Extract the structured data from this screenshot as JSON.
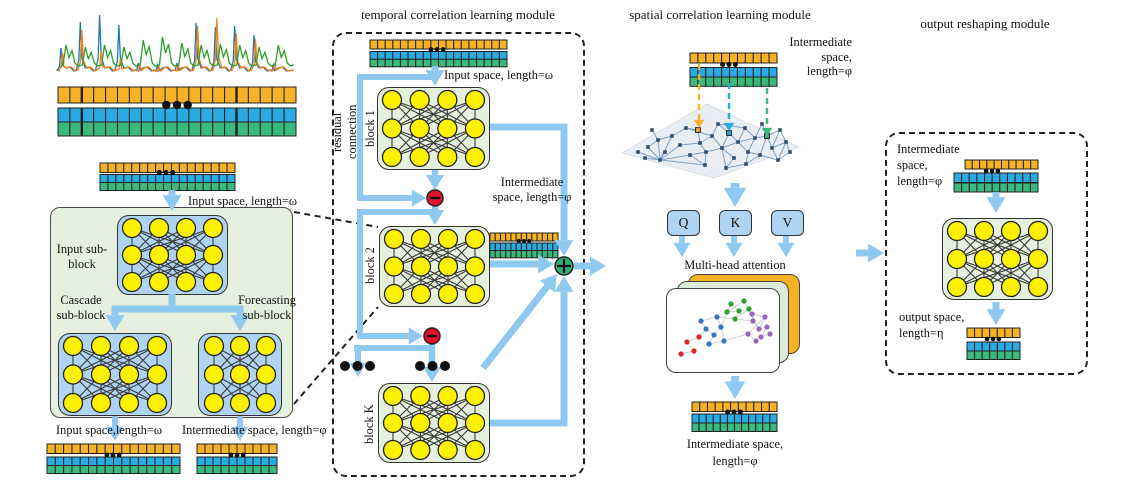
{
  "temporal": {
    "title": "temporal correlation learning module",
    "input_space": "Input space, length=ω",
    "residual_line1": "residual",
    "residual_line2": "connection",
    "block1": "block 1",
    "block2": "block 2",
    "blockK": "block K",
    "intermediate_line1": "Intermediate",
    "intermediate_line2": "space, length=φ"
  },
  "left": {
    "input_space": "Input space, length=ω",
    "input_subblock_line1": "Input sub-",
    "input_subblock_line2": "block",
    "cascade_line1": "Cascade",
    "cascade_line2": "sub-block",
    "forecasting_line1": "Forecasting",
    "forecasting_line2": "sub-block",
    "out_left_label": "Input space,length=ω",
    "out_right_label": "Intermediate space, length=φ"
  },
  "spatial": {
    "title": "spatial correlation learning module",
    "intermediate_top_line1": "Intermediate",
    "intermediate_top_line2": "space,",
    "intermediate_top_line3": "length=φ",
    "q": "Q",
    "k": "K",
    "v": "V",
    "attention": "Multi-head attention",
    "intermediate_bottom_line1": "Intermediate space,",
    "intermediate_bottom_line2": "length=φ"
  },
  "output": {
    "title": "output reshaping module",
    "intermediate_line1": "Intermediate",
    "intermediate_line2": "space,",
    "intermediate_line3": "length=φ",
    "output_space_line1": "output space,",
    "output_space_line2": "length=η"
  },
  "icons": {
    "ellipsis-dots": "●●●",
    "subtract-node": "⊖",
    "add-node": "⊕"
  },
  "colors": {
    "bar_orange": "#F5B226",
    "bar_blue": "#29ABE2",
    "bar_green": "#3BB87B",
    "neuron_yellow": "#FFF200",
    "module_green": "#E6F0DE",
    "subblock_blue": "#AFD3F2",
    "arrow_blue": "#8FC9F0",
    "subtract_red": "#E8112D",
    "add_green": "#2FAE74",
    "card_orange": "#F5B226",
    "card_green": "#DDEBDC",
    "plane_fill": "#E9EEF5",
    "graph_node": "#31506E",
    "graph_edge": "#7FA1C4",
    "series_blue": "#1f77b4",
    "series_orange": "#ff7f0e",
    "series_green": "#2ca02c",
    "scatter_red": "#D62728",
    "scatter_blue": "#3377BB",
    "scatter_green": "#2CA02C",
    "scatter_purple": "#9467BD",
    "dash_border": "#222222"
  }
}
